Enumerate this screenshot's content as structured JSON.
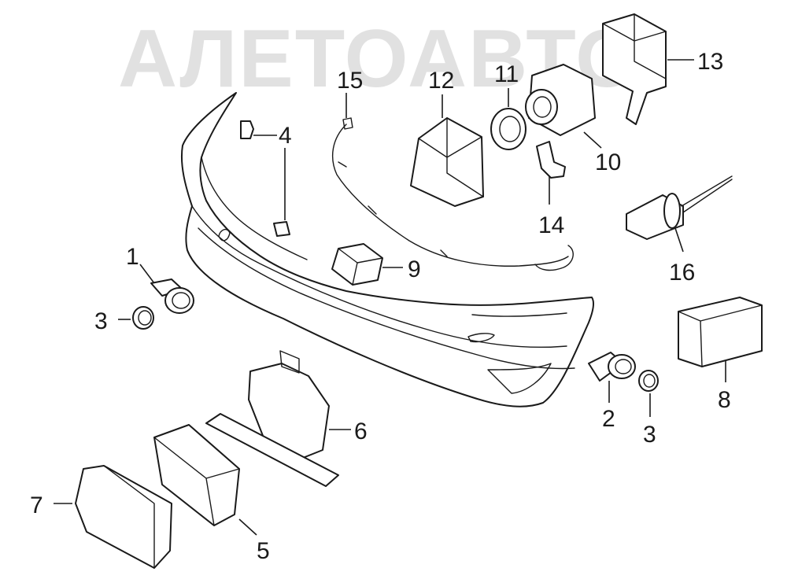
{
  "watermark": "АЛЕТОАВТО",
  "colors": {
    "line": "#1a1a1a",
    "watermark": "#c9c9c9",
    "background": "#ffffff"
  },
  "callouts": {
    "c1": "1",
    "c2": "2",
    "c3a": "3",
    "c3b": "3",
    "c4": "4",
    "c5": "5",
    "c6": "6",
    "c7": "7",
    "c8": "8",
    "c9": "9",
    "c10": "10",
    "c11": "11",
    "c12": "12",
    "c13": "13",
    "c14": "14",
    "c15": "15",
    "c16": "16"
  }
}
